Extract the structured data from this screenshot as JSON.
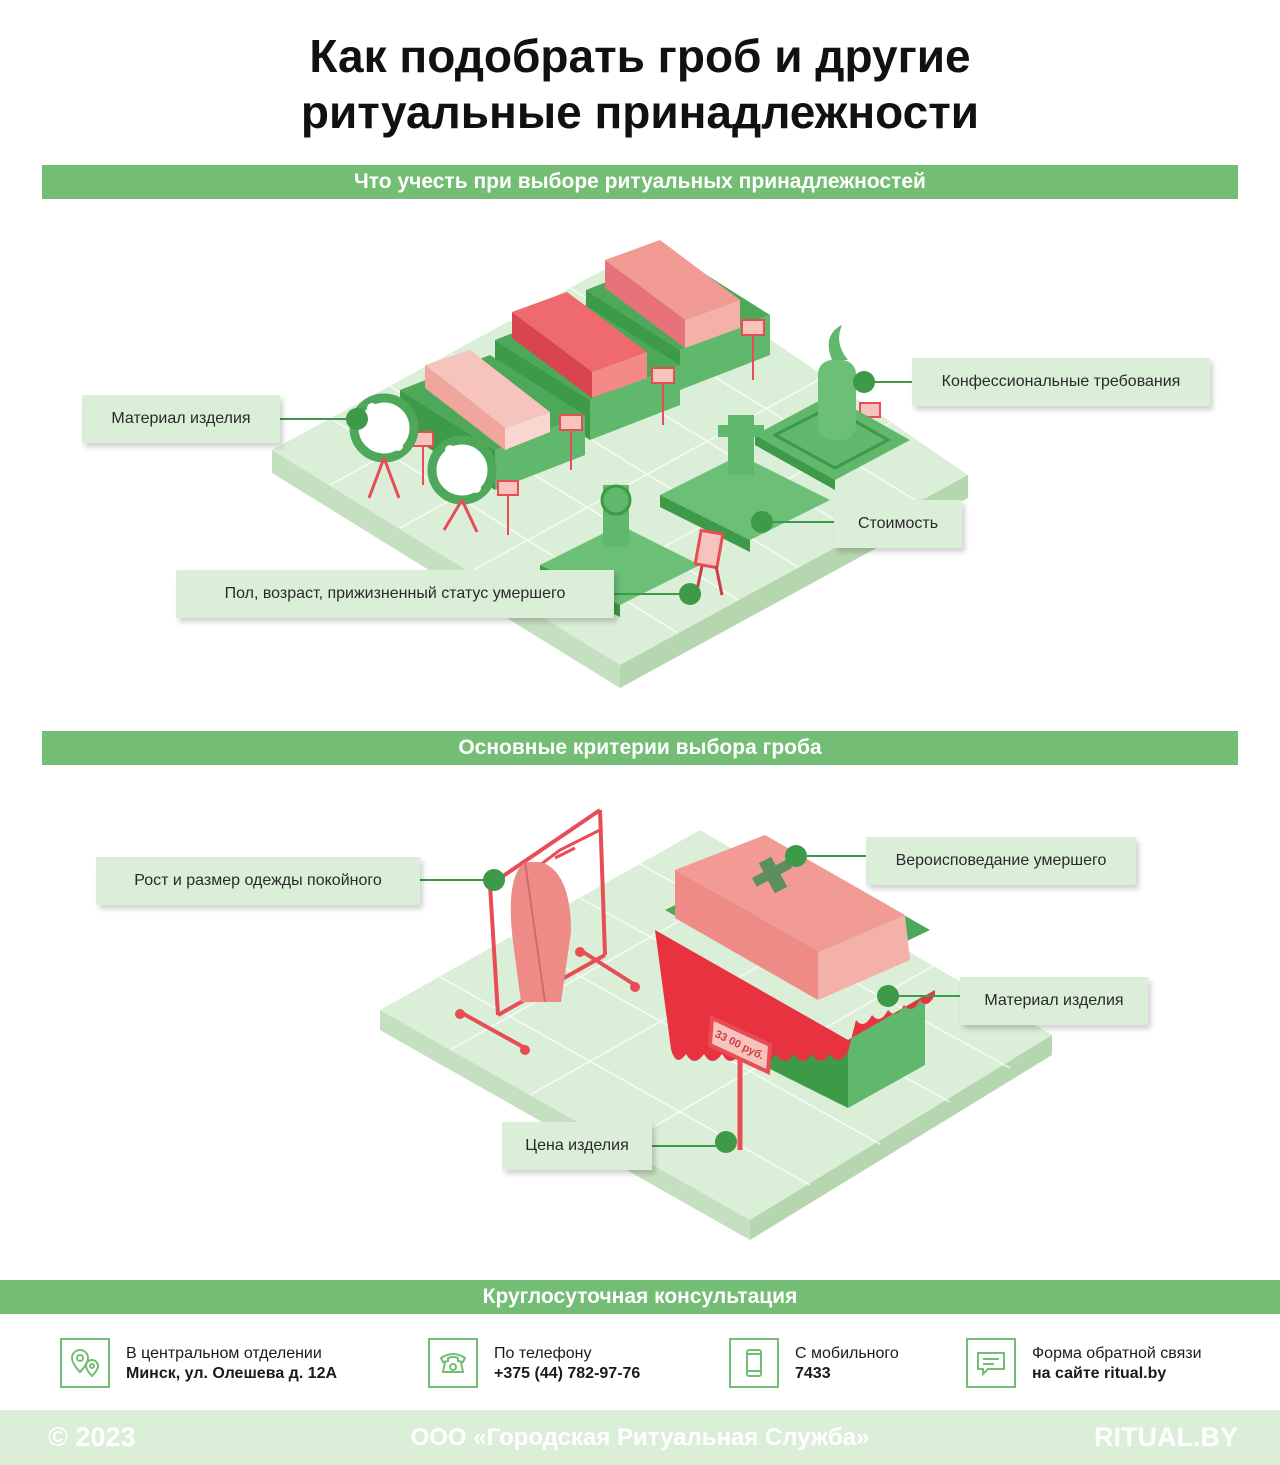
{
  "title": {
    "line1": "Как подобрать гроб и другие",
    "line2": "ритуальные принадлежности"
  },
  "section1": {
    "heading": "Что учесть при выборе ритуальных принадлежностей",
    "callouts": {
      "material": "Материал изделия",
      "confession": "Конфессиональные требования",
      "cost": "Стоимость",
      "status": "Пол, возраст, прижизненный статус умершего"
    }
  },
  "section2": {
    "heading": "Основные критерии выбора гроба",
    "callouts": {
      "clothes": "Рост и размер одежды покойного",
      "religion": "Вероисповедание умершего",
      "material": "Материал изделия",
      "price": "Цена изделия"
    },
    "price_tag": "33 00 руб."
  },
  "consult": {
    "heading": "Круглосуточная консультация",
    "items": [
      {
        "icon": "location-pin-icon",
        "line1": "В центральном отделении",
        "line2": "Минск, ул. Олешева д. 12А"
      },
      {
        "icon": "telephone-icon",
        "line1": "По телефону",
        "line2": "+375 (44) 782-97-76"
      },
      {
        "icon": "mobile-phone-icon",
        "line1": "С мобильного",
        "line2": "7433"
      },
      {
        "icon": "message-icon",
        "line1": "Форма обратной связи",
        "line2": "на сайте ritual.by"
      }
    ]
  },
  "footer": {
    "copyright": "© 2023",
    "company": "ООО «Городская Ритуальная Служба»",
    "brand": "RITUAL.BY"
  },
  "colors": {
    "accent_green": "#74bd74",
    "light_green": "#dbeed8",
    "dark_green": "#3c9a48",
    "red": "#e84c55",
    "pink": "#f08a85"
  }
}
